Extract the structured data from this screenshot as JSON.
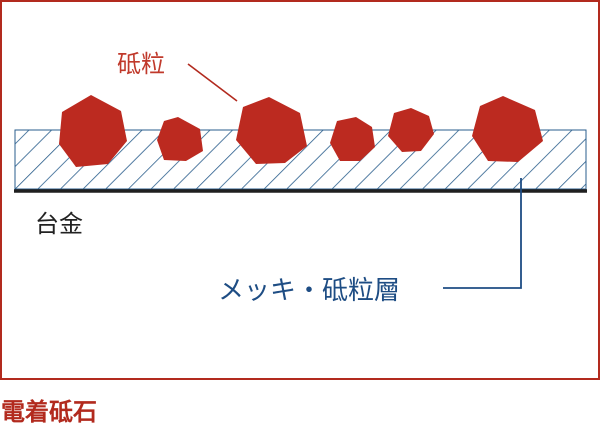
{
  "diagram": {
    "labels": {
      "abrasive_grains": "砥粒",
      "base_metal": "台金",
      "plating_grain_layer": "メッキ・砥粒層"
    },
    "grain_count": 6
  },
  "caption": "電着砥石",
  "colors": {
    "frame": "#b22a1e",
    "grain": "#bc2a20",
    "grain_label": "#c0392b",
    "hatch": "#2a5e8c",
    "layer_label": "#1e4d84",
    "base_line": "#1f1f1f",
    "base_text": "#222222",
    "caption": "#b22a1e"
  }
}
